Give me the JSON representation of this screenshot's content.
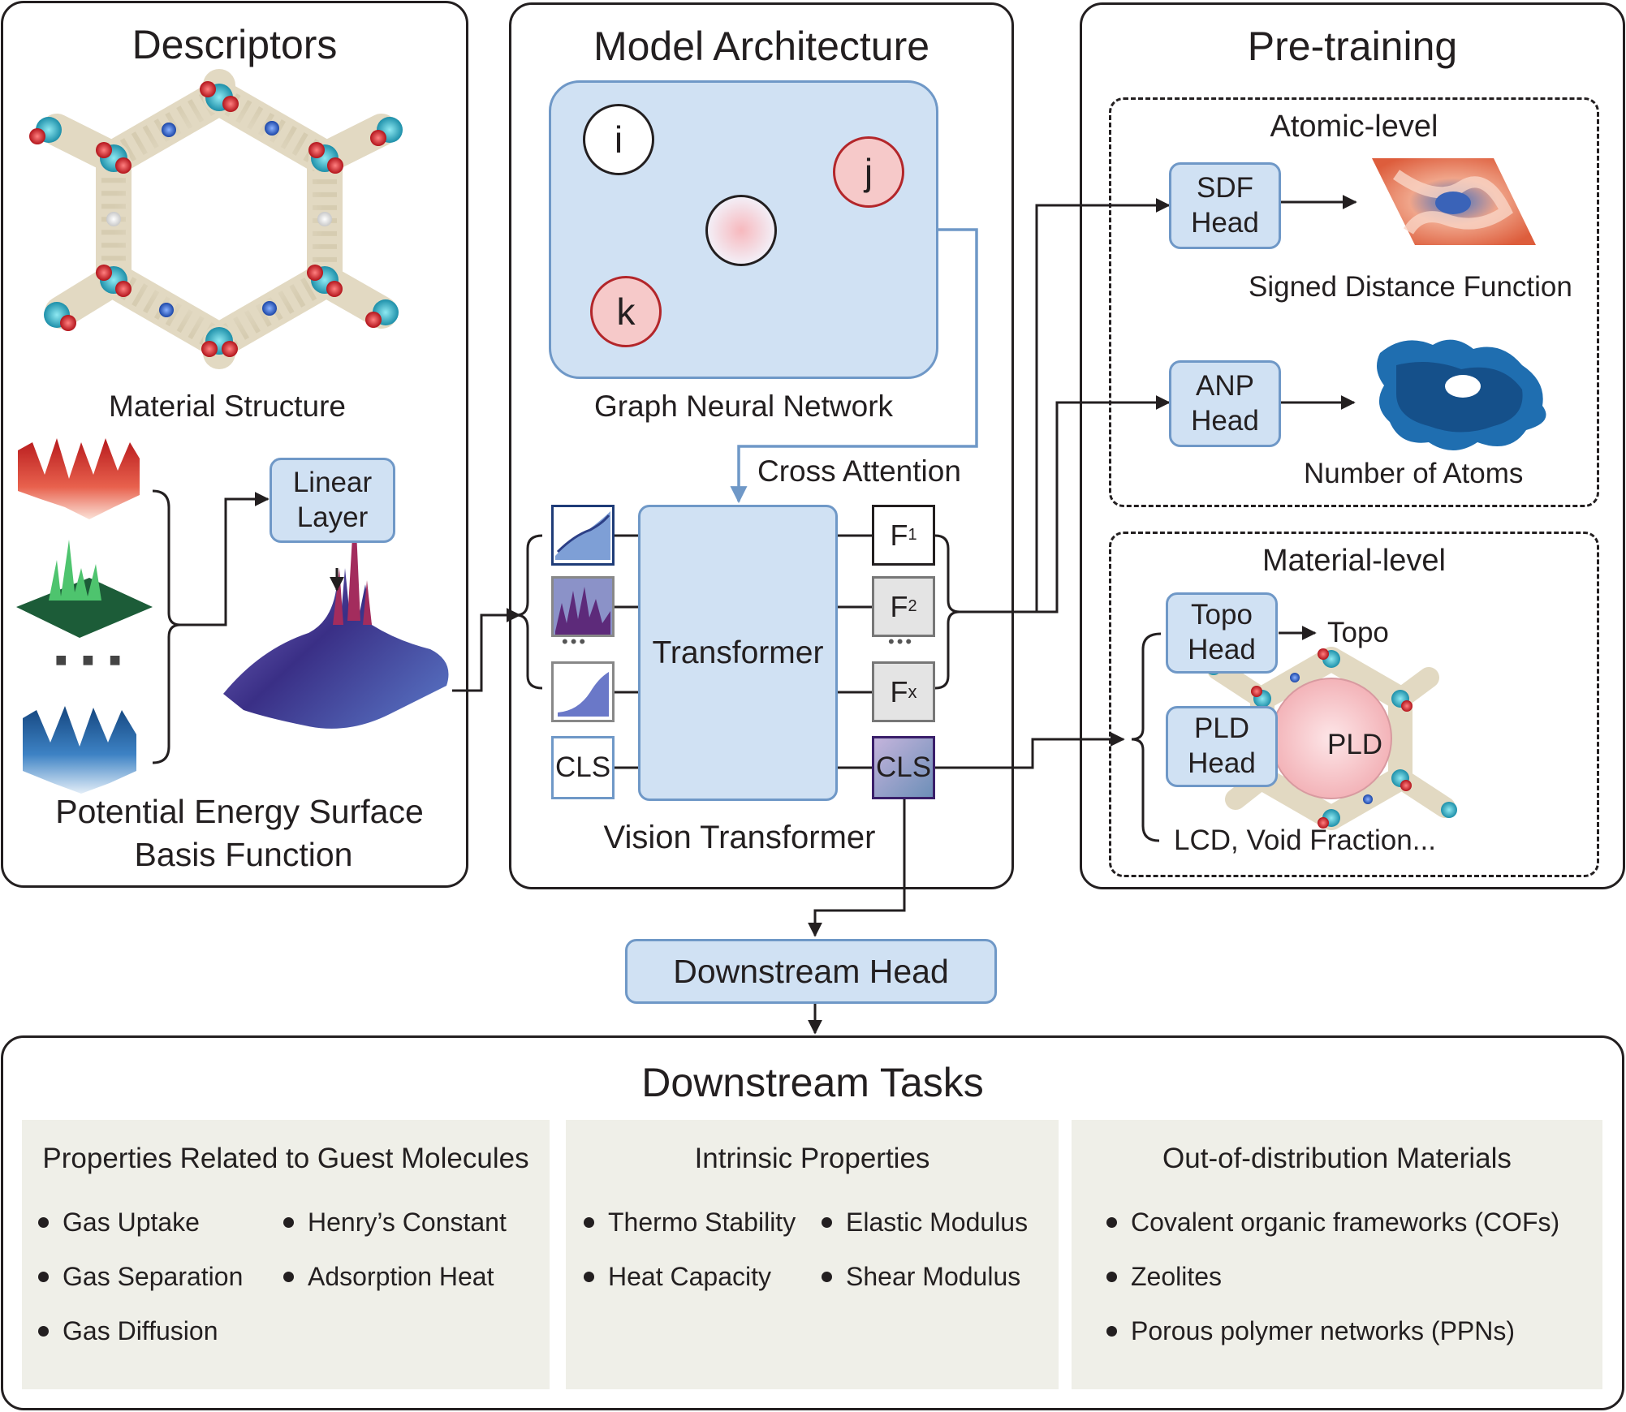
{
  "descriptors": {
    "title": "Descriptors",
    "material_structure": "Material Structure",
    "linear_layer": "Linear\nLayer",
    "pes_line1": "Potential Energy Surface",
    "pes_line2": "Basis Function",
    "ellipsis": "■ ■ ■"
  },
  "model": {
    "title": "Model Architecture",
    "gnn_label": "Graph Neural Network",
    "nodes": {
      "i": "i",
      "j": "j",
      "k": "k"
    },
    "cross_attention": "Cross Attention",
    "transformer": "Transformer",
    "vit_label": "Vision Transformer",
    "cls": "CLS",
    "feature_labels": [
      "F",
      "F",
      "F"
    ],
    "feature_subscripts": [
      "1",
      "2",
      "x"
    ],
    "dots": "•••"
  },
  "pretraining": {
    "title": "Pre-training",
    "atomic_level": "Atomic-level",
    "sdf_head": "SDF\nHead",
    "sdf_label": "Signed Distance Function",
    "anp_head": "ANP\nHead",
    "anp_label": "Number of Atoms",
    "material_level": "Material-level",
    "topo_head": "Topo\nHead",
    "topo_label": "Topo",
    "pld_head": "PLD\nHead",
    "pld_label": "PLD",
    "lcd_label": "LCD, Void Fraction..."
  },
  "downstream_head": "Downstream Head",
  "downstream": {
    "title": "Downstream Tasks",
    "guest": {
      "heading": "Properties Related to Guest Molecules",
      "items": [
        "Gas Uptake",
        "Henry’s Constant",
        "Gas Separation",
        "Adsorption Heat",
        "Gas Diffusion"
      ]
    },
    "intrinsic": {
      "heading": "Intrinsic Properties",
      "items": [
        "Thermo Stability",
        "Elastic Modulus",
        "Heat Capacity",
        "Shear Modulus"
      ]
    },
    "ood": {
      "heading": "Out-of-distribution Materials",
      "items": [
        "Covalent organic frameworks (COFs)",
        "Zeolites",
        "Porous polymer networks (PPNs)"
      ]
    }
  },
  "colors": {
    "box_fill": "#d0e1f3",
    "box_border": "#6f98c7",
    "node_red_fill": "#f6c9c9",
    "node_red_border": "#b3262a",
    "task_bg": "#efefe8",
    "line": "#231f20"
  }
}
